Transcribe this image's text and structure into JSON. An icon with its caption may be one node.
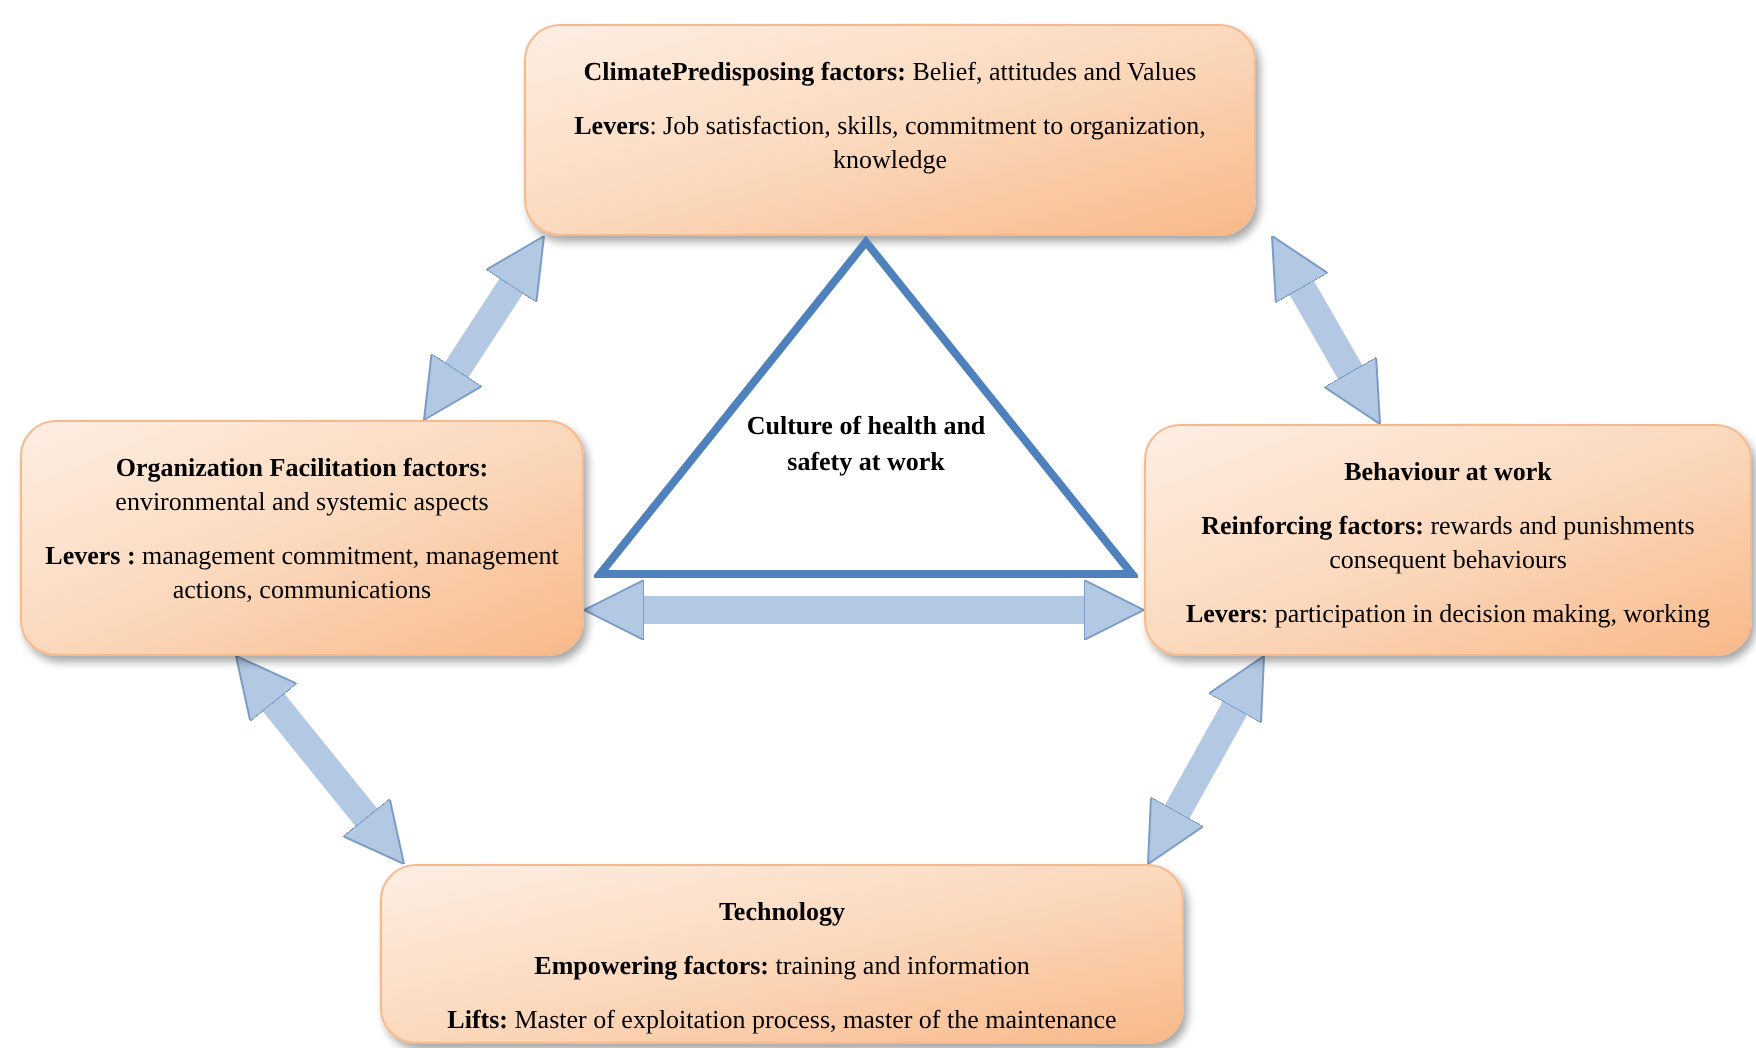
{
  "diagram": {
    "nodes": [
      {
        "text": [
          "**ClimatePredisposing factors:** Belief, attitudes and Values",
          "**Levers**: Job satisfaction, skills, commitment to organization, knowledge"
        ]
      },
      {
        "text": [
          "Culture of health and safety at work"
        ]
      },
      {
        "text": [
          "**Organization Facilitation factors:** environmental and systemic aspects",
          "**Levers :** management commitment, management actions, communications"
        ]
      },
      {
        "text": [
          "Behaviour at work",
          "**Reinforcing factors:** rewards and punishments consequent behaviours",
          "**Levers**: participation in decision making, working"
        ]
      },
      {
        "text": [
          "Technology",
          "**Empowering factors:** training and information",
          "**Lifts:** Master of exploitation process, master of the maintenance"
        ]
      }
    ],
    "edges": [
      {
        "from": 0,
        "to": 2,
        "arrow": "both"
      },
      {
        "from": 0,
        "to": 3,
        "arrow": "both"
      },
      {
        "from": 2,
        "to": 3,
        "arrow": "both"
      },
      {
        "from": 2,
        "to": 4,
        "arrow": "both"
      },
      {
        "from": 3,
        "to": 4,
        "arrow": "both"
      }
    ]
  }
}
